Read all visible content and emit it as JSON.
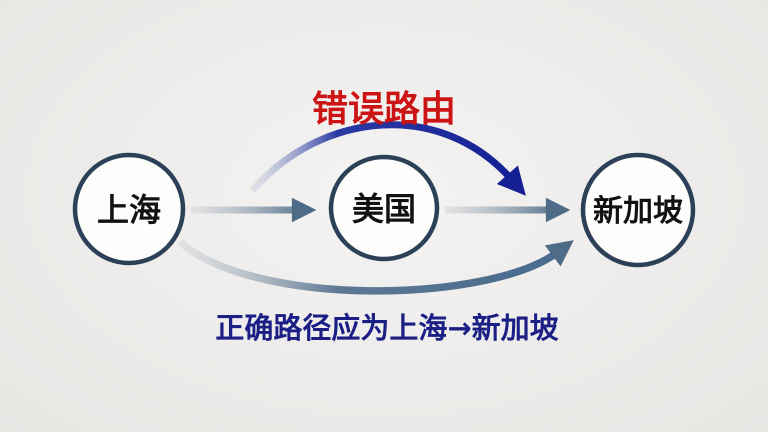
{
  "diagram": {
    "wrong_route_label": "错误路由",
    "correct_route_caption": "正确路径应为上海→新加坡",
    "nodes": [
      {
        "id": "shanghai",
        "label": "上海"
      },
      {
        "id": "usa",
        "label": "美国"
      },
      {
        "id": "singapore",
        "label": "新加坡"
      }
    ],
    "edges": [
      {
        "from": "shanghai",
        "to": "usa",
        "style": "straight-arrow"
      },
      {
        "from": "usa",
        "to": "singapore",
        "style": "straight-arrow"
      },
      {
        "from": "shanghai",
        "to": "singapore",
        "style": "curved-arrow-top",
        "label": "错误路由"
      },
      {
        "from": "shanghai",
        "to": "singapore",
        "style": "curved-arrow-bottom",
        "label": "正确路径应为上海→新加坡"
      }
    ],
    "colors": {
      "background": "#eceae7",
      "node_fill": "#fdfdfc",
      "node_stroke": "#2c4158",
      "node_text": "#111111",
      "wrong_route_red": "#cc1414",
      "wrong_route_arrow_navy": "#141f94",
      "correct_route_navy": "#1b1f85",
      "hop_arrow_slate": "#4e6b87"
    }
  }
}
